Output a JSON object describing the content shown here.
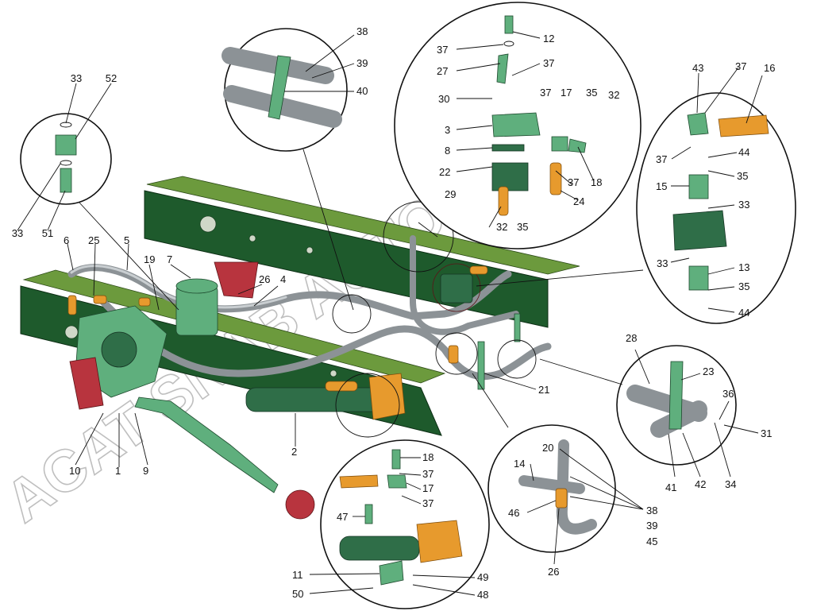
{
  "watermark": "ACAT SNAB AUTO.BY",
  "callouts": [
    {
      "id": "c1",
      "text": "1"
    },
    {
      "id": "c2",
      "text": "2"
    },
    {
      "id": "c3",
      "text": "3"
    },
    {
      "id": "c4",
      "text": "4"
    },
    {
      "id": "c5",
      "text": "5"
    },
    {
      "id": "c6",
      "text": "6"
    },
    {
      "id": "c7",
      "text": "7"
    },
    {
      "id": "c8",
      "text": "8"
    },
    {
      "id": "c9",
      "text": "9"
    },
    {
      "id": "c10",
      "text": "10"
    },
    {
      "id": "c11",
      "text": "11"
    },
    {
      "id": "c12",
      "text": "12"
    },
    {
      "id": "c13",
      "text": "13"
    },
    {
      "id": "c14",
      "text": "14"
    },
    {
      "id": "c15",
      "text": "15"
    },
    {
      "id": "c16",
      "text": "16"
    },
    {
      "id": "c17a",
      "text": "17"
    },
    {
      "id": "c17b",
      "text": "17"
    },
    {
      "id": "c18a",
      "text": "18"
    },
    {
      "id": "c18b",
      "text": "18"
    },
    {
      "id": "c19",
      "text": "19"
    },
    {
      "id": "c20",
      "text": "20"
    },
    {
      "id": "c21",
      "text": "21"
    },
    {
      "id": "c22",
      "text": "22"
    },
    {
      "id": "c23",
      "text": "23"
    },
    {
      "id": "c24",
      "text": "24"
    },
    {
      "id": "c25",
      "text": "25"
    },
    {
      "id": "c26a",
      "text": "26"
    },
    {
      "id": "c26b",
      "text": "26"
    },
    {
      "id": "c27",
      "text": "27"
    },
    {
      "id": "c28",
      "text": "28"
    },
    {
      "id": "c29",
      "text": "29"
    },
    {
      "id": "c30",
      "text": "30"
    },
    {
      "id": "c31",
      "text": "31"
    },
    {
      "id": "c32a",
      "text": "32"
    },
    {
      "id": "c32b",
      "text": "32"
    },
    {
      "id": "c33a",
      "text": "33"
    },
    {
      "id": "c33b",
      "text": "33"
    },
    {
      "id": "c33c",
      "text": "33"
    },
    {
      "id": "c33d",
      "text": "33"
    },
    {
      "id": "c34",
      "text": "34"
    },
    {
      "id": "c35a",
      "text": "35"
    },
    {
      "id": "c35b",
      "text": "35"
    },
    {
      "id": "c35c",
      "text": "35"
    },
    {
      "id": "c35d",
      "text": "35"
    },
    {
      "id": "c36",
      "text": "36"
    },
    {
      "id": "c37a",
      "text": "37"
    },
    {
      "id": "c37b",
      "text": "37"
    },
    {
      "id": "c37c",
      "text": "37"
    },
    {
      "id": "c37d",
      "text": "37"
    },
    {
      "id": "c37e",
      "text": "37"
    },
    {
      "id": "c37f",
      "text": "37"
    },
    {
      "id": "c37g",
      "text": "37"
    },
    {
      "id": "c37h",
      "text": "37"
    },
    {
      "id": "c38a",
      "text": "38"
    },
    {
      "id": "c38b",
      "text": "38"
    },
    {
      "id": "c39a",
      "text": "39"
    },
    {
      "id": "c39b",
      "text": "39"
    },
    {
      "id": "c40",
      "text": "40"
    },
    {
      "id": "c41",
      "text": "41"
    },
    {
      "id": "c42",
      "text": "42"
    },
    {
      "id": "c43",
      "text": "43"
    },
    {
      "id": "c44a",
      "text": "44"
    },
    {
      "id": "c44b",
      "text": "44"
    },
    {
      "id": "c45",
      "text": "45"
    },
    {
      "id": "c46",
      "text": "46"
    },
    {
      "id": "c47",
      "text": "47"
    },
    {
      "id": "c48",
      "text": "48"
    },
    {
      "id": "c49",
      "text": "49"
    },
    {
      "id": "c50",
      "text": "50"
    },
    {
      "id": "c51",
      "text": "51"
    },
    {
      "id": "c52",
      "text": "52"
    }
  ]
}
